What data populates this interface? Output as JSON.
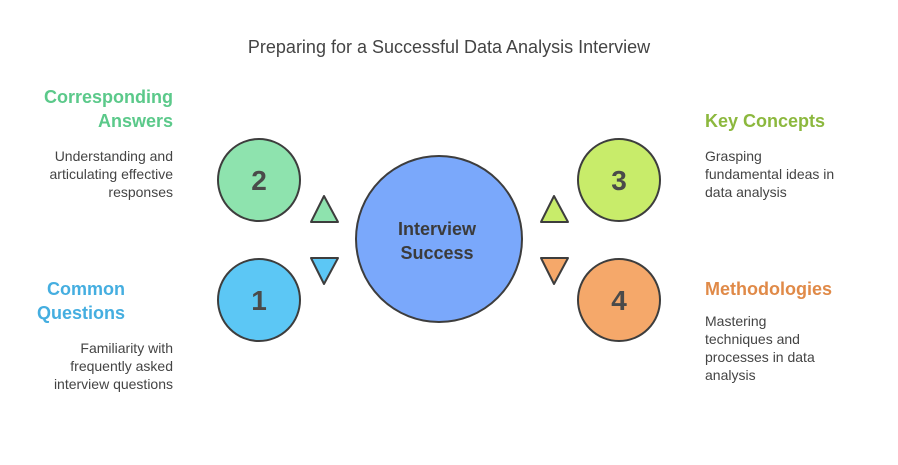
{
  "title": "Preparing for a Successful Data Analysis Interview",
  "center": {
    "line1": "Interview",
    "line2": "Success",
    "color": "#6c9ef8"
  },
  "items": [
    {
      "number": "2",
      "heading_line1": "Corresponding",
      "heading_line2": "Answers",
      "desc_lines": [
        "Understanding and",
        "articulating effective",
        "responses"
      ],
      "color": "#5bc98a",
      "fill": "#8ee3ae"
    },
    {
      "number": "1",
      "heading_line1": "Common",
      "heading_line2": "Questions",
      "desc_lines": [
        "Familiarity with",
        "frequently asked",
        "interview questions"
      ],
      "color": "#45aee0",
      "fill": "#5cc7f5"
    },
    {
      "number": "3",
      "heading_line1": "Key Concepts",
      "heading_line2": "",
      "desc_lines": [
        "Grasping",
        "fundamental ideas in",
        "data analysis"
      ],
      "color": "#8cb83e",
      "fill": "#c8ec6a"
    },
    {
      "number": "4",
      "heading_line1": "Methodologies",
      "heading_line2": "",
      "desc_lines": [
        "Mastering",
        "techniques and",
        "processes in data",
        "analysis"
      ],
      "color": "#e08a48",
      "fill": "#f5a86a"
    }
  ]
}
